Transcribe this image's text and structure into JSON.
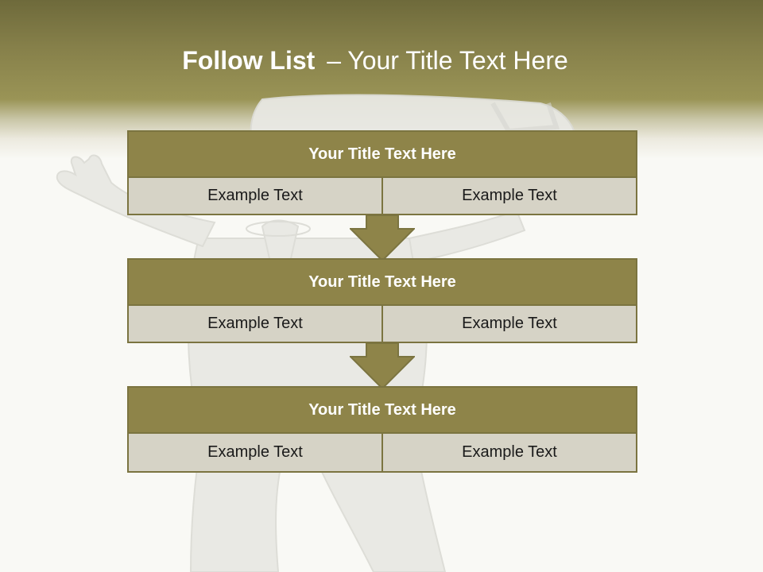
{
  "slide": {
    "title_bold": "Follow List",
    "title_rest": "Your Title Text Here",
    "title_separator": "–"
  },
  "blocks": [
    {
      "title": "Your Title Text Here",
      "cells": [
        "Example Text",
        "Example Text"
      ]
    },
    {
      "title": "Your Title Text Here",
      "cells": [
        "Example Text",
        "Example Text"
      ]
    },
    {
      "title": "Your Title Text Here",
      "cells": [
        "Example Text",
        "Example Text"
      ]
    }
  ],
  "colors": {
    "header_olive": "#8e8449",
    "block_border": "#7b7440",
    "cell_fill": "#d6d3c6",
    "background": "#f9f9f5"
  },
  "icons": {
    "arrow": "down-arrow-icon",
    "figure": "3d-figure-illustration"
  }
}
